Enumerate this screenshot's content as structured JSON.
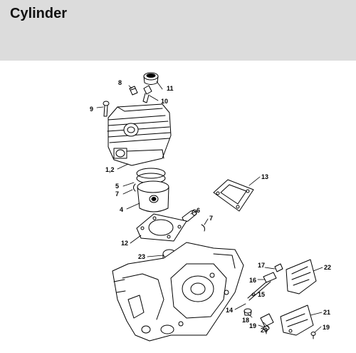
{
  "header": {
    "title": "Cylinder"
  },
  "callouts": {
    "c8": "8",
    "c11": "11",
    "c9": "9",
    "c10": "10",
    "c12a": "1,2",
    "c13": "13",
    "c5": "5",
    "c7a": "7",
    "c4": "4",
    "c6": "6",
    "c7b": "7",
    "c12": "12",
    "c23": "23",
    "c17": "17",
    "c22": "22",
    "c16": "16",
    "c15": "15",
    "c14": "14",
    "c18": "18",
    "c21": "21",
    "c19a": "19",
    "c20": "20",
    "c19b": "19"
  }
}
